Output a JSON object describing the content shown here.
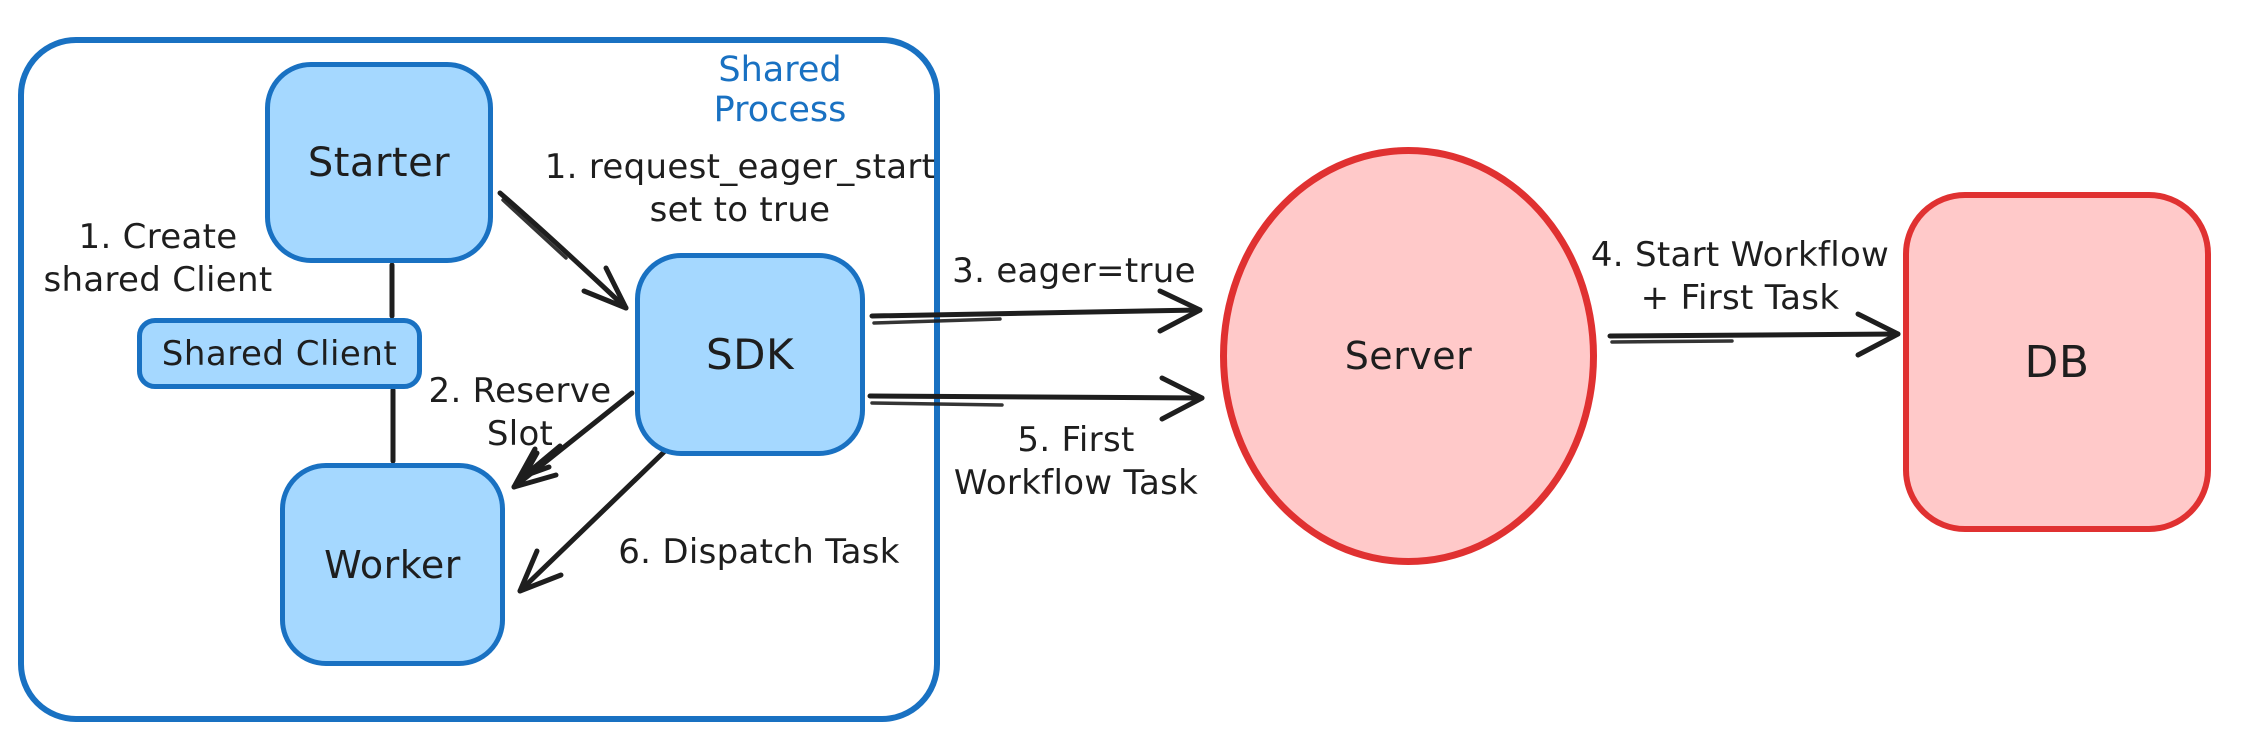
{
  "diagram": {
    "container": {
      "label": "Shared Process"
    },
    "nodes": {
      "starter": {
        "label": "Starter"
      },
      "shared_client": {
        "label": "Shared Client"
      },
      "worker": {
        "label": "Worker"
      },
      "sdk": {
        "label": "SDK"
      },
      "server": {
        "label": "Server"
      },
      "db": {
        "label": "DB"
      }
    },
    "annotations": {
      "create_shared_client": {
        "lines": [
          "1. Create",
          "shared Client"
        ]
      },
      "request_eager_start": {
        "lines": [
          "1. request_eager_start",
          "set to true"
        ]
      },
      "reserve_slot": {
        "lines": [
          "2. Reserve",
          "Slot"
        ]
      },
      "dispatch_task": {
        "lines": [
          "6. Dispatch Task"
        ]
      },
      "eager_true": {
        "lines": [
          "3. eager=true"
        ]
      },
      "first_workflow_task": {
        "lines": [
          "5. First",
          "Workflow Task"
        ]
      },
      "start_workflow_first_task": {
        "lines": [
          "4. Start Workflow",
          "+ First Task"
        ]
      }
    },
    "edges": [
      {
        "from": "starter",
        "to": "shared_client",
        "type": "line",
        "annotation": "create_shared_client"
      },
      {
        "from": "shared_client",
        "to": "worker",
        "type": "line",
        "annotation": ""
      },
      {
        "from": "starter",
        "to": "sdk",
        "type": "arrow",
        "annotation": "request_eager_start"
      },
      {
        "from": "sdk",
        "to": "worker",
        "type": "arrow",
        "annotation": "reserve_slot"
      },
      {
        "from": "sdk",
        "to": "worker",
        "type": "arrow",
        "annotation": "dispatch_task"
      },
      {
        "from": "sdk",
        "to": "server",
        "type": "arrow",
        "annotation": "eager_true"
      },
      {
        "from": "sdk",
        "to": "server",
        "type": "arrow",
        "annotation": "first_workflow_task"
      },
      {
        "from": "server",
        "to": "db",
        "type": "arrow",
        "annotation": "start_workflow_first_task"
      }
    ],
    "colors": {
      "blue_stroke": "#1971c2",
      "blue_fill": "#a5d8ff",
      "red_stroke": "#e03131",
      "red_fill": "#ffc9c9",
      "ink": "#1e1e1e",
      "background": "#ffffff"
    }
  }
}
